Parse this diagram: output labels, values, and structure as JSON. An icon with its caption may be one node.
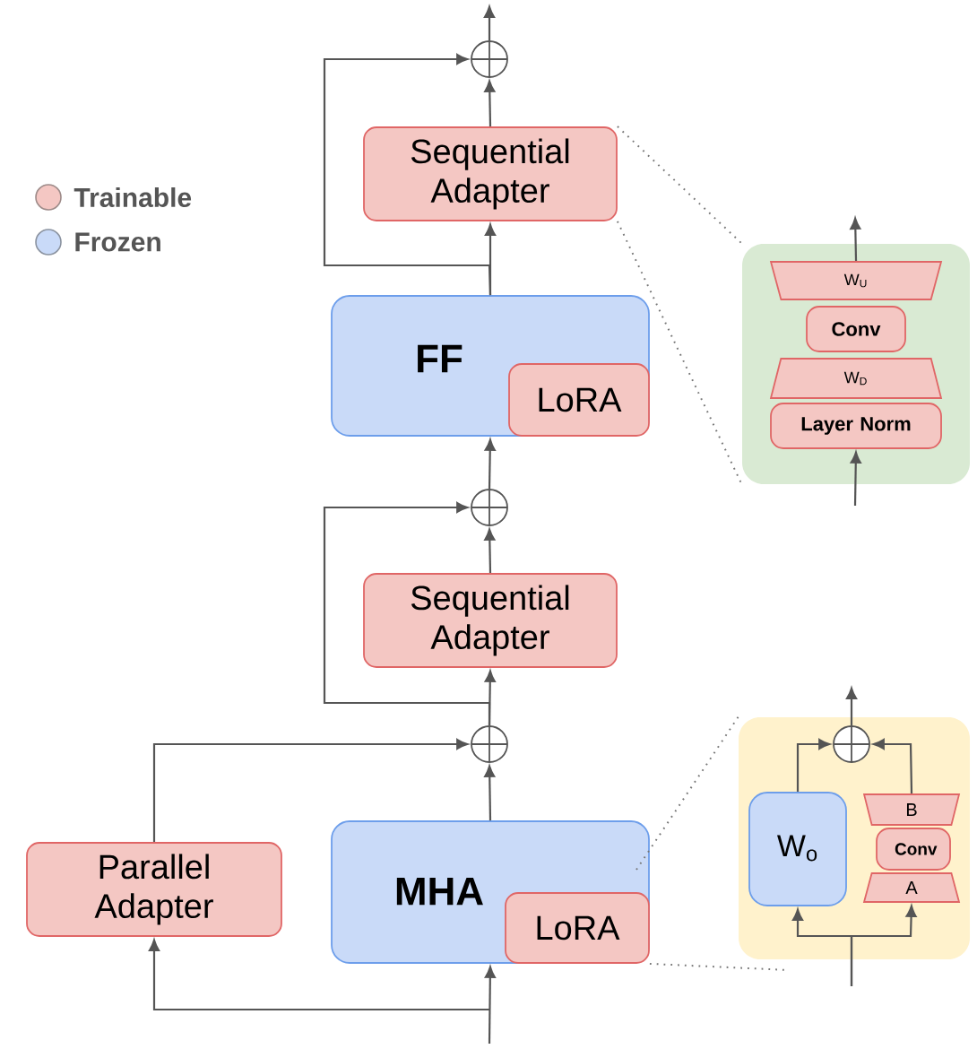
{
  "diagram": {
    "nodes": [
      {
        "text": [
          "Sequential Adapter"
        ]
      },
      {
        "text": [
          "FF"
        ]
      },
      {
        "text": [
          "LoRA"
        ],
        "in": 1
      },
      {
        "text": [
          "Sequential Adapter"
        ]
      },
      {
        "text": [
          "Parallel Adapter"
        ]
      },
      {
        "text": [
          "MHA"
        ]
      },
      {
        "text": [
          "LoRA"
        ],
        "in": 5
      },
      {
        "text": [],
        "shape": "circle"
      },
      {
        "text": [],
        "shape": "circle"
      },
      {
        "text": [],
        "shape": "circle"
      },
      {
        "text": [],
        "shape": "box"
      },
      {
        "text": [
          "W$_{U}$"
        ],
        "in": 10
      },
      {
        "text": [
          "Conv"
        ],
        "in": 10
      },
      {
        "text": [
          "W$_{D}$"
        ],
        "in": 10
      },
      {
        "text": [
          "Layer Norm"
        ],
        "in": 10
      },
      {
        "text": [],
        "shape": "box"
      },
      {
        "text": [],
        "shape": "circle",
        "in": 15
      },
      {
        "text": [
          "W$_{o}$"
        ],
        "in": 15
      },
      {
        "text": [
          "B"
        ],
        "in": 15
      },
      {
        "text": [
          "Conv"
        ],
        "in": 15
      },
      {
        "text": [
          "A"
        ],
        "in": 15
      }
    ],
    "edges": [
      {
        "from": 7,
        "to": null,
        "arrow": "to"
      },
      {
        "from": 0,
        "to": 7,
        "arrow": "to"
      },
      {
        "from": 1,
        "to": 0,
        "arrow": "to"
      },
      {
        "from": 1,
        "to": 7,
        "arrow": "to"
      },
      {
        "from": 8,
        "to": 1,
        "arrow": "to"
      },
      {
        "from": 3,
        "to": 8,
        "arrow": "to"
      },
      {
        "from": 9,
        "to": 3,
        "arrow": "to"
      },
      {
        "from": 9,
        "to": 8,
        "arrow": "to"
      },
      {
        "from": 5,
        "to": 9,
        "arrow": "to"
      },
      {
        "from": 4,
        "to": 9,
        "arrow": "to"
      },
      {
        "from": null,
        "to": 5,
        "arrow": "to"
      },
      {
        "from": null,
        "to": 4,
        "arrow": "to"
      },
      {
        "from": 0,
        "to": 10,
        "arrow": "none",
        "style": "dashed"
      },
      {
        "from": 0,
        "to": 10,
        "arrow": "none",
        "style": "dashed"
      },
      {
        "from": 11,
        "to": null,
        "arrow": "to"
      },
      {
        "from": null,
        "to": 14,
        "arrow": "to"
      },
      {
        "from": 5,
        "to": 15,
        "arrow": "none",
        "style": "dashed"
      },
      {
        "from": 6,
        "to": 15,
        "arrow": "none",
        "style": "dashed"
      },
      {
        "from": 17,
        "to": 16,
        "arrow": "to"
      },
      {
        "from": 18,
        "to": 16,
        "arrow": "to"
      },
      {
        "from": null,
        "to": 17,
        "arrow": "to"
      },
      {
        "from": null,
        "to": 20,
        "arrow": "to"
      },
      {
        "from": 16,
        "to": null,
        "arrow": "to"
      }
    ],
    "legend": [
      {
        "text": "Trainable",
        "color": "#f4c7c3"
      },
      {
        "text": "Frozen",
        "color": "#c9daf8"
      }
    ]
  }
}
